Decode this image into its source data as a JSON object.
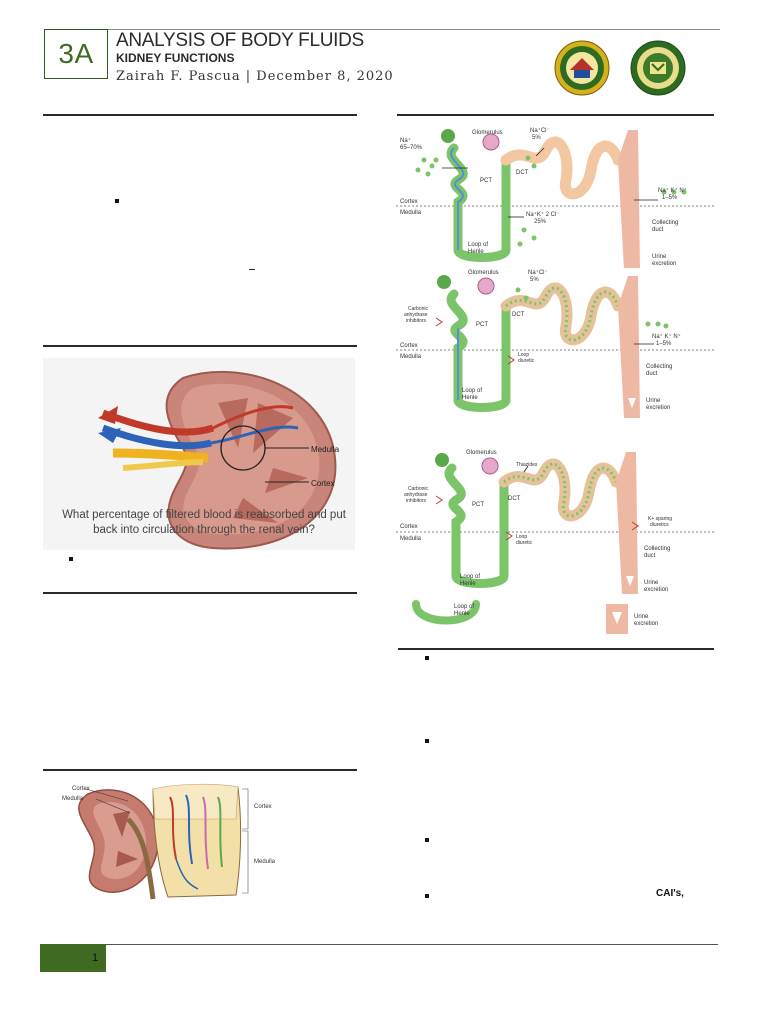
{
  "header": {
    "badge": "3A",
    "title": "ANALYSIS OF BODY FLUIDS",
    "subtitle": "KIDNEY FUNCTIONS",
    "author_line": "Zairah F. Pascua | December 8, 2020"
  },
  "kidney_figure": {
    "label_medulla": "Medulla",
    "label_cortex": "Cortex",
    "question": "What percentage of filtered blood is reabsorbed and put back into circulation through the renal vein?"
  },
  "cross_section_figure": {
    "label_cortex_left": "Cortex",
    "label_medulla_left": "Medulla",
    "label_cortex_right": "Cortex",
    "label_medulla_right": "Medulla"
  },
  "nephron_top": {
    "na_pct": "Na⁺\n65–70%",
    "glomerulus": "Glomerulus",
    "nacl": "Na⁺Cl⁻\n5%",
    "dct": "DCT",
    "pct": "PCT",
    "cortex": "Cortex",
    "medulla": "Medulla",
    "nak2cl": "Na⁺K⁺ 2 Cl⁻\n25%",
    "nakn": "Na⁺ K⁺ N⁺\n1–5%",
    "collecting": "Collecting\nduct",
    "loop": "Loop of\nHenle",
    "urine": "Urine\nexcretion"
  },
  "nephron_mid": {
    "glomerulus": "Glomerulus",
    "nacl": "Na⁺Cl⁻\n5%",
    "carbonic": "Carbonic\nanhydrase\ninhibitors",
    "pct": "PCT",
    "dct": "DCT",
    "cortex": "Cortex",
    "medulla": "Medulla",
    "loop_diuretic": "Loop\ndiuretic",
    "nakn": "Na⁺ K⁺ N⁺\n1–5%",
    "collecting": "Collecting\nduct",
    "loop": "Loop of\nHenle",
    "urine": "Urine\nexcretion"
  },
  "nephron_bottom": {
    "glomerulus": "Glomerulus",
    "thiazides": "Thiazides",
    "carbonic": "Carbonic\nanhydrase\ninhibitors",
    "pct": "PCT",
    "dct": "DCT",
    "cortex": "Cortex",
    "medulla": "Medulla",
    "loop_diuretic": "Loop\ndiuretic",
    "ksparing": "K+ sparing\ndiuretics",
    "collecting": "Collecting\nduct",
    "loop": "Loop of\nHenle",
    "urine": "Urine\nexcretion",
    "loop2": "Loop of\nHenle",
    "urine2": "Urine\nexcretion"
  },
  "notes": {
    "cai": "CAI's,"
  },
  "footer": {
    "page": "1"
  }
}
